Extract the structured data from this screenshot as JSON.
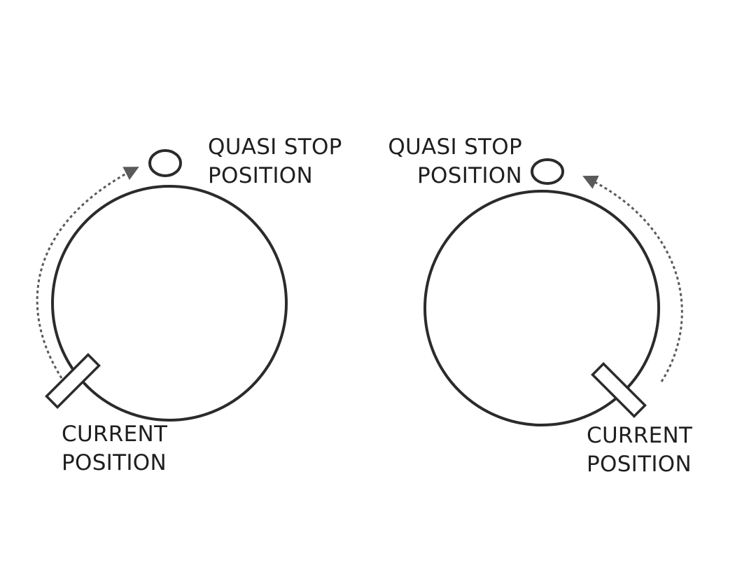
{
  "colors": {
    "stroke": "#2b2b2b",
    "arrow": "#5a5a5a",
    "text": "#1f1f1f",
    "background": "#ffffff"
  },
  "left_diagram": {
    "stop_label": {
      "line1": "QUASI STOP",
      "line2": "POSITION"
    },
    "current_label": {
      "line1": "CURRENT",
      "line2": "POSITION"
    }
  },
  "right_diagram": {
    "stop_label": {
      "line1": "QUASI STOP",
      "line2": "POSITION"
    },
    "current_label": {
      "line1": "CURRENT",
      "line2": "POSITION"
    }
  }
}
